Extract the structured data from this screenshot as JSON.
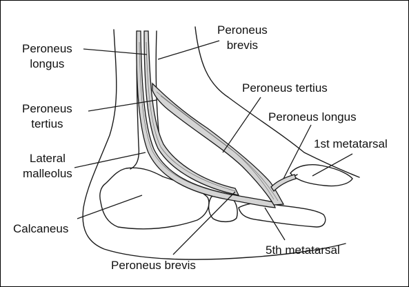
{
  "labels": {
    "peroneus_longus_left_1": "Peroneus",
    "peroneus_longus_left_2": "longus",
    "peroneus_brevis_top_1": "Peroneus",
    "peroneus_brevis_top_2": "brevis",
    "peroneus_tertius_right": "Peroneus tertius",
    "peroneus_tertius_left_1": "Peroneus",
    "peroneus_tertius_left_2": "tertius",
    "peroneus_longus_right": "Peroneus longus",
    "first_metatarsal": "1st metatarsal",
    "lateral_malleolus_1": "Lateral",
    "lateral_malleolus_2": "malleolus",
    "calcaneus": "Calcaneus",
    "fifth_metatarsal": "5th metatarsal",
    "peroneus_brevis_bottom": "Peroneus brevis"
  },
  "colors": {
    "ink": "#1a1a1a",
    "tendon_fill": "#cfcfcf",
    "tendon_fiber": "#6e6e6e"
  }
}
